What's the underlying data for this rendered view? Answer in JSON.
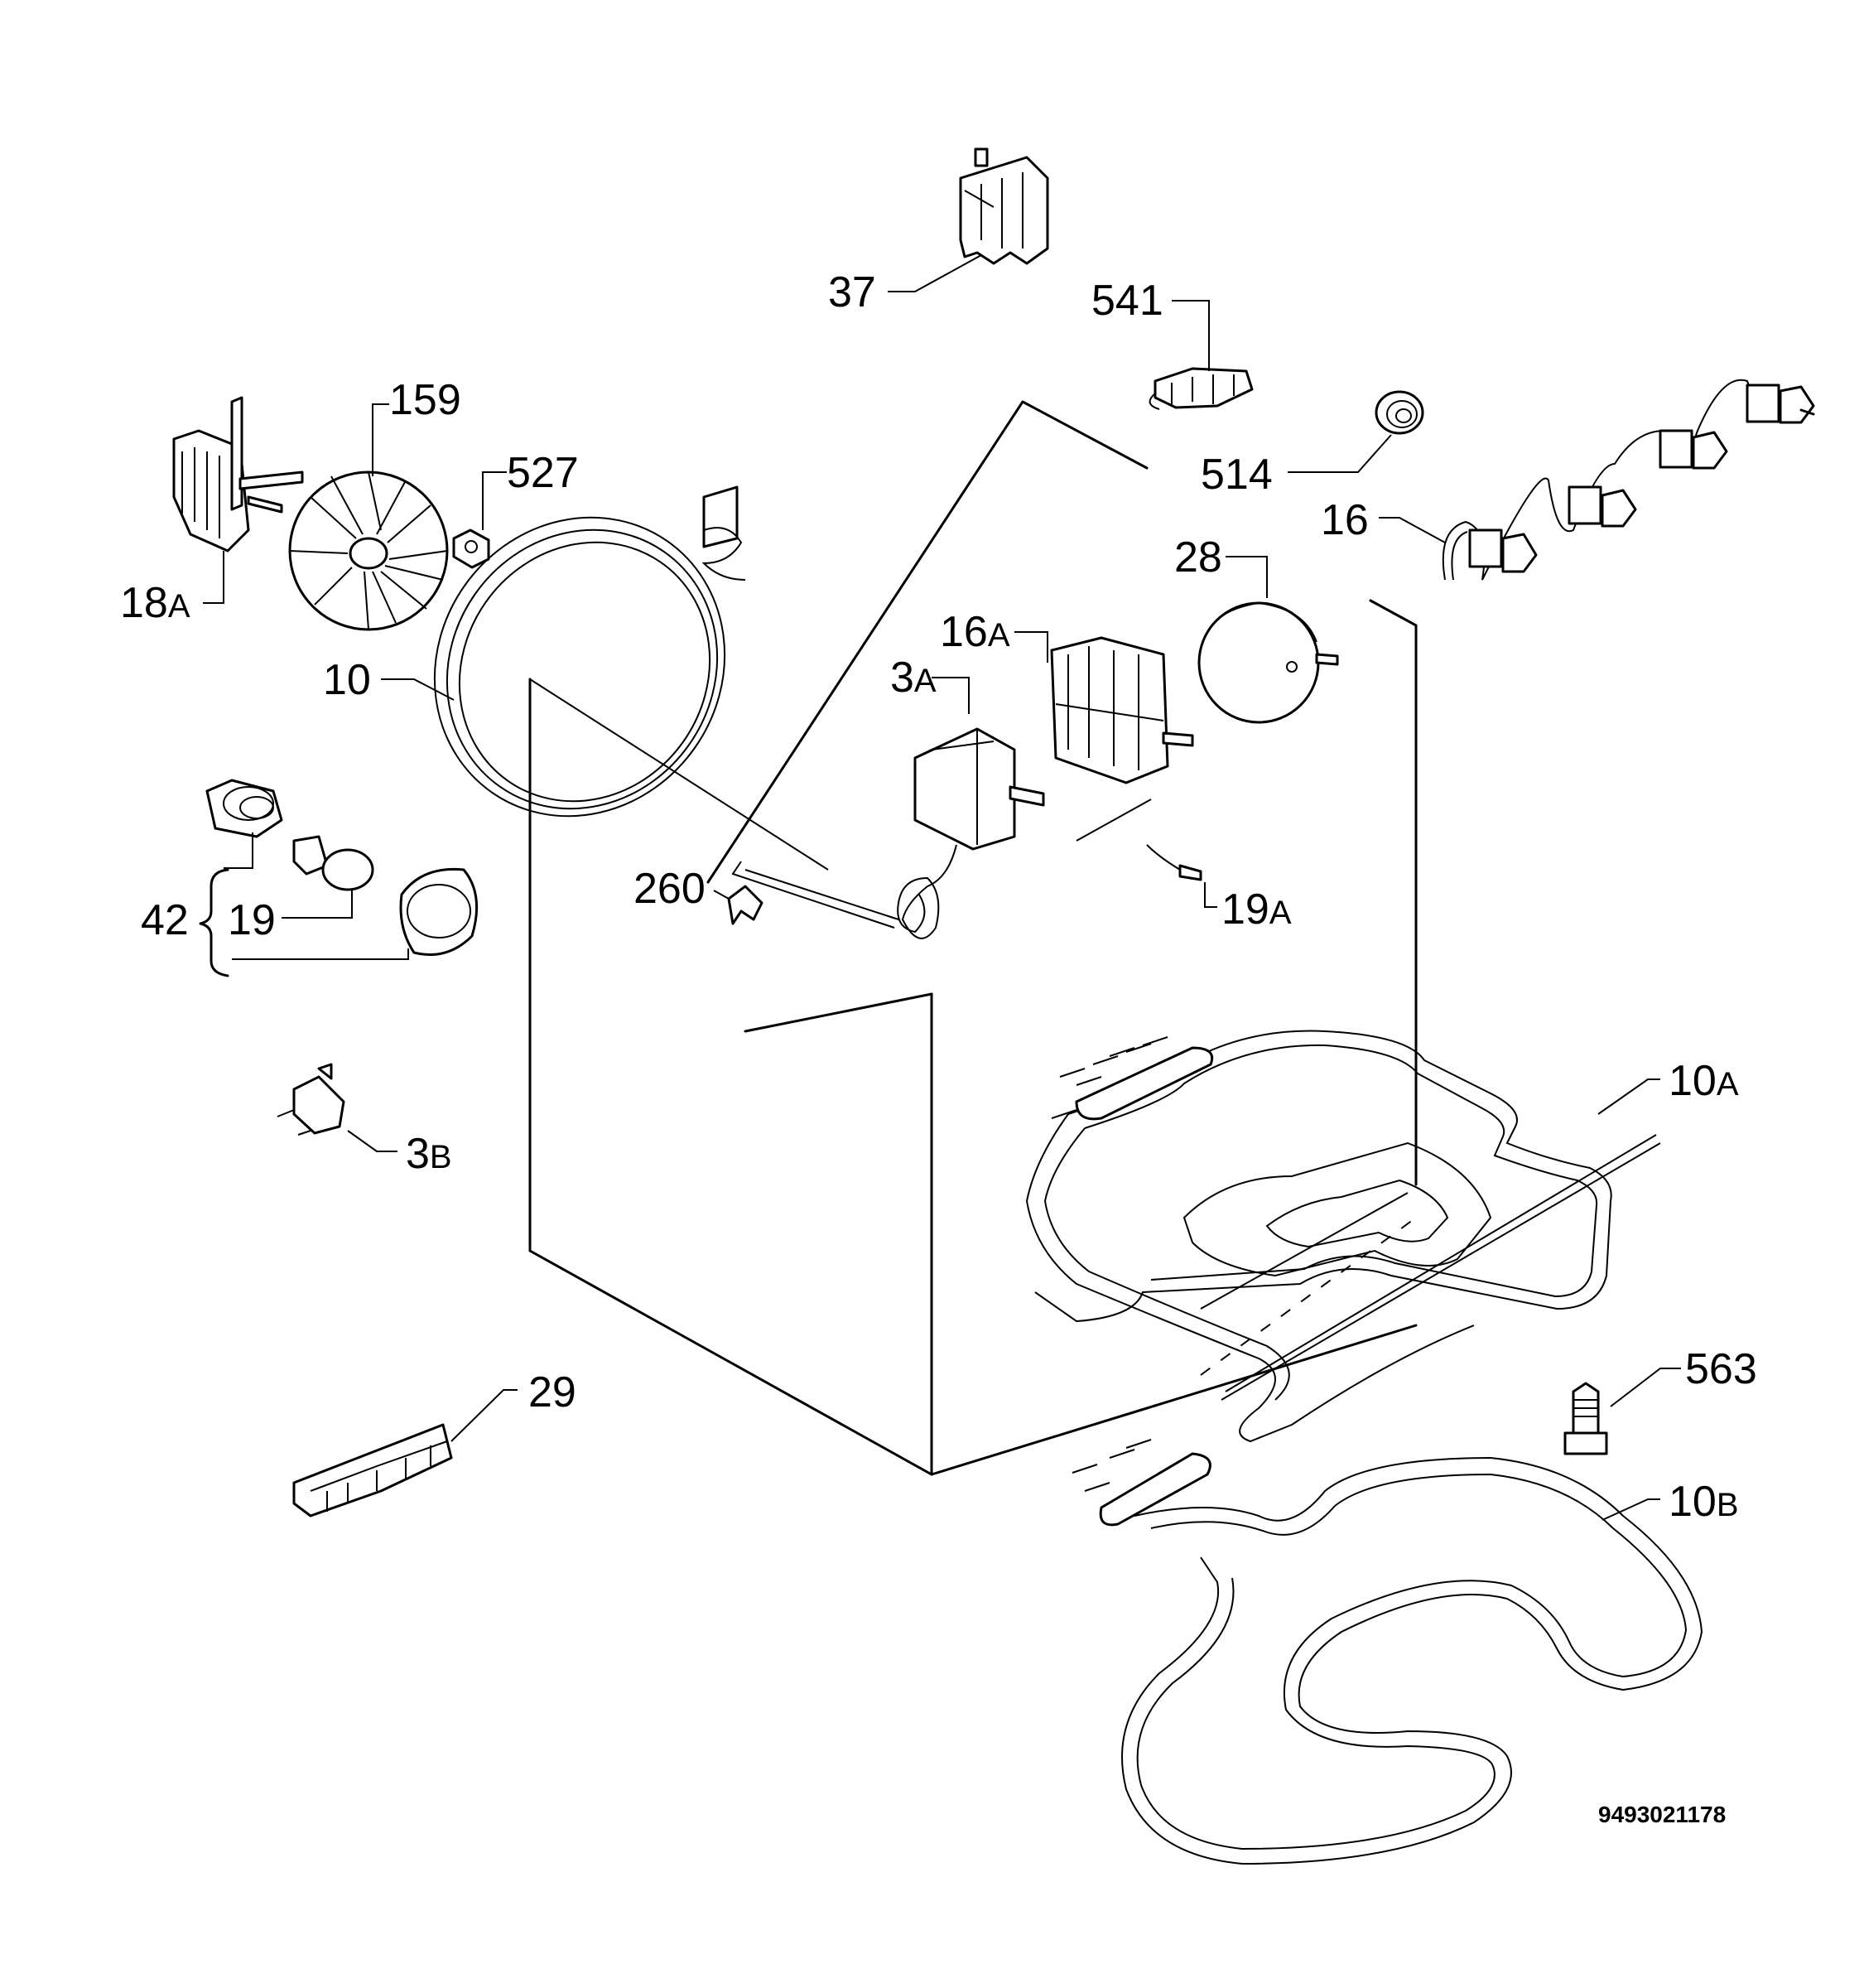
{
  "diagram": {
    "document_number": "9493021178",
    "parts": [
      {
        "id": "p37",
        "number": "37",
        "suffix": ""
      },
      {
        "id": "p541",
        "number": "541",
        "suffix": ""
      },
      {
        "id": "p514",
        "number": "514",
        "suffix": ""
      },
      {
        "id": "p16",
        "number": "16",
        "suffix": ""
      },
      {
        "id": "p28",
        "number": "28",
        "suffix": ""
      },
      {
        "id": "p16a",
        "number": "16",
        "suffix": "A"
      },
      {
        "id": "p3a",
        "number": "3",
        "suffix": "A"
      },
      {
        "id": "p159",
        "number": "159",
        "suffix": ""
      },
      {
        "id": "p527",
        "number": "527",
        "suffix": ""
      },
      {
        "id": "p18a",
        "number": "18",
        "suffix": "A"
      },
      {
        "id": "p10",
        "number": "10",
        "suffix": ""
      },
      {
        "id": "p260",
        "number": "260",
        "suffix": ""
      },
      {
        "id": "p19a",
        "number": "19",
        "suffix": "A"
      },
      {
        "id": "p42",
        "number": "42",
        "suffix": ""
      },
      {
        "id": "p19",
        "number": "19",
        "suffix": ""
      },
      {
        "id": "p3b",
        "number": "3",
        "suffix": "B"
      },
      {
        "id": "p10a",
        "number": "10",
        "suffix": "A"
      },
      {
        "id": "p563",
        "number": "563",
        "suffix": ""
      },
      {
        "id": "p29",
        "number": "29",
        "suffix": ""
      },
      {
        "id": "p10b",
        "number": "10",
        "suffix": "B"
      }
    ]
  }
}
